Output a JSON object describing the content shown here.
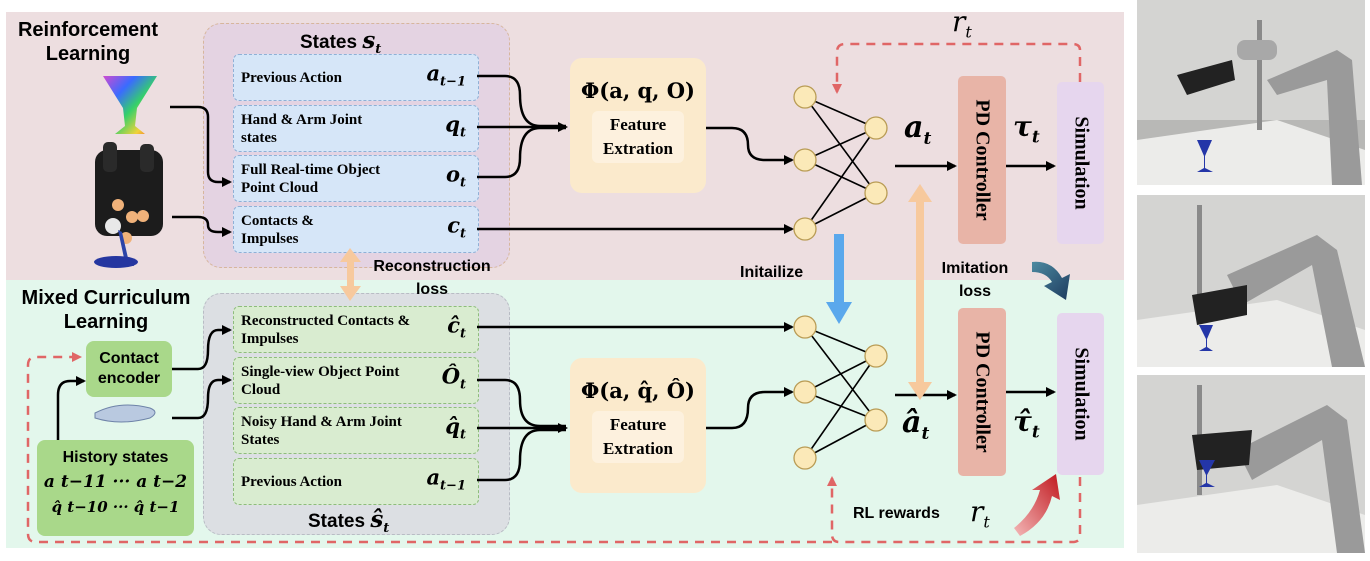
{
  "sections": {
    "rl_title": "Reinforcement Learning",
    "mcl_title": "Mixed Curriculum Learning"
  },
  "states_top": {
    "title": "States",
    "title_sym": "s",
    "title_sub": "t",
    "items": [
      {
        "label": "Previous Action",
        "sym": "a",
        "sub": "t−1"
      },
      {
        "label": "Hand & Arm Joint states",
        "sym": "q",
        "sub": "t"
      },
      {
        "label": "Full Real-time Object Point Cloud",
        "sym": "o",
        "sub": "t"
      },
      {
        "label": "Contacts & Impulses",
        "sym": "c",
        "sub": "t"
      }
    ]
  },
  "states_bottom": {
    "title": "States",
    "title_sym": "ŝ",
    "title_sub": "t",
    "items": [
      {
        "label": "Reconstructed Contacts & Impulses",
        "sym": "ĉ",
        "sub": "t"
      },
      {
        "label": "Single-view Object Point Cloud",
        "sym": "Ô",
        "sub": "t"
      },
      {
        "label": "Noisy Hand & Arm Joint States",
        "sym": "q̂",
        "sub": "t"
      },
      {
        "label": "Previous Action",
        "sym": "a",
        "sub": "t−1"
      }
    ]
  },
  "feature_top": {
    "formula": "Φ(a, q, O)",
    "label": "Feature Extration"
  },
  "feature_bottom": {
    "formula": "Φ(a, q̂, Ô)",
    "label": "Feature Extration"
  },
  "labels": {
    "reconstruction_loss": "Reconstruction loss",
    "initialize": "Initailize",
    "imitation_loss": "Imitation loss",
    "rl_rewards": "RL rewards"
  },
  "outputs": {
    "a_top": "a",
    "a_top_sub": "t",
    "tau_top": "τ",
    "tau_top_sub": "t",
    "a_bot": "â",
    "a_bot_sub": "t",
    "tau_bot": "τ̂",
    "tau_bot_sub": "t",
    "r_top": "r",
    "r_top_sub": "t",
    "r_bot": "r",
    "r_bot_sub": "t"
  },
  "blocks": {
    "pd_top": "PD Controller",
    "pd_bot": "PD Controller",
    "sim_top": "Simulation",
    "sim_bot": "Simulation",
    "contact_encoder": "Contact encoder",
    "history_title": "History states",
    "history_row1": "a t−11 ··· a t−2",
    "history_row2": "q̂ t−10 ··· q̂ t−1"
  },
  "colors": {
    "rl_bg": "#eddee0",
    "mcl_bg": "#e3f7ec",
    "state_blue": "#d6e6f8",
    "state_green": "#d9ecd0",
    "feature": "#fbeacc",
    "pd": "#e8b4a7",
    "sim": "#e6d6ee",
    "encoder": "#a9d88a",
    "dashed_red": "#e06666"
  }
}
